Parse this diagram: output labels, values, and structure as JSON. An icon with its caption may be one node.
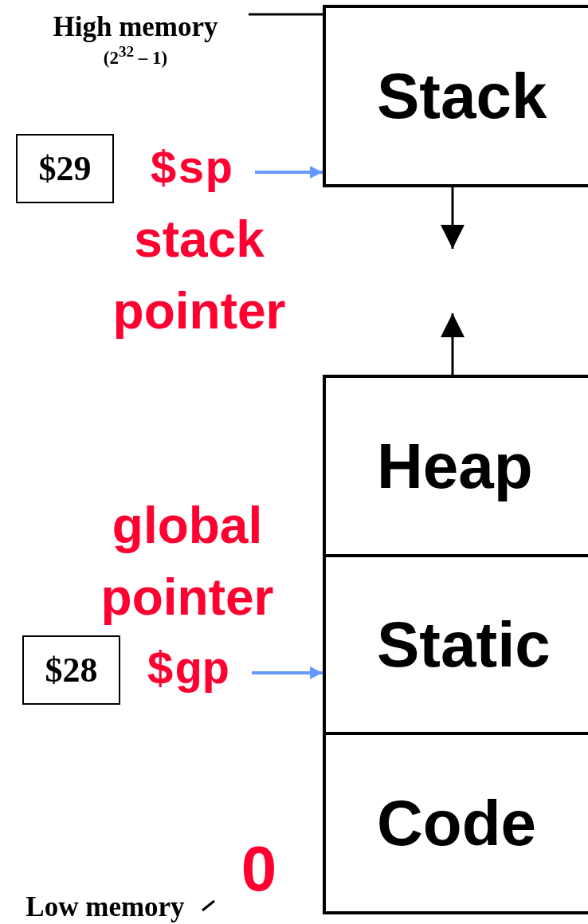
{
  "diagram": {
    "nodes": [
      {
        "text": [
          "High memory",
          "(2$^{32}$ – 1)"
        ]
      },
      {
        "text": [
          "Stack"
        ]
      },
      {
        "text": [
          "$29"
        ]
      },
      {
        "text": [
          "$sp"
        ]
      },
      {
        "text": [
          "Heap"
        ]
      },
      {
        "text": [
          "$28"
        ]
      },
      {
        "text": [
          "$gp"
        ]
      },
      {
        "text": [
          "Static"
        ]
      },
      {
        "text": [
          "Code"
        ]
      },
      {
        "text": [
          "Low memory"
        ]
      }
    ],
    "edges": [
      {
        "from": 0,
        "to": 1,
        "arrow": "none"
      },
      {
        "from": 3,
        "to": 1,
        "arrow": "to",
        "color": "#6699ff"
      },
      {
        "from": 1,
        "to": null,
        "arrow": "to"
      },
      {
        "from": 4,
        "to": null,
        "arrow": "to"
      },
      {
        "from": 6,
        "to": 7,
        "arrow": "to",
        "color": "#6699ff"
      },
      {
        "from": 9,
        "to": null,
        "arrow": "none"
      }
    ],
    "labels": [
      "stack pointer",
      "global pointer",
      "0"
    ]
  }
}
